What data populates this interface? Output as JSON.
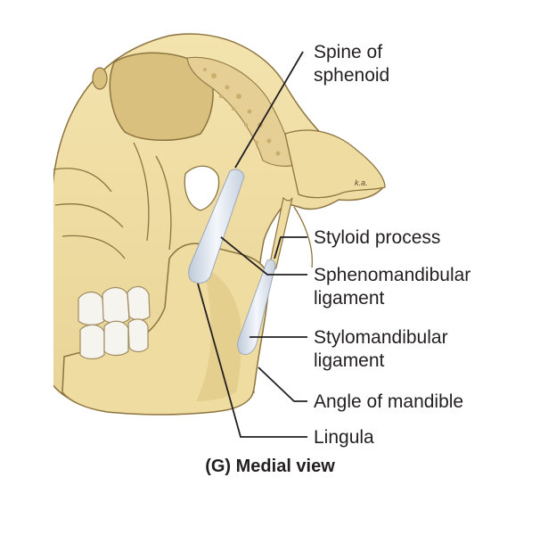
{
  "labels": {
    "spine_line1": "Spine of",
    "spine_line2": "sphenoid",
    "styloid": "Styloid process",
    "spheno_line1": "Sphenomandibular",
    "spheno_line2": "ligament",
    "stylo_line1": "Stylomandibular",
    "stylo_line2": "ligament",
    "angle": "Angle of mandible",
    "lingula": "Lingula"
  },
  "caption": "(G) Medial view",
  "colors": {
    "bone": "#efdca0",
    "bone_shadow": "#cdb679",
    "bone_outline": "#8c7440",
    "cavity": "#d9c07e",
    "spongy_bone": "#e5cf95",
    "ligament": "#e8eef6",
    "tooth": "#f6f4ee",
    "leader_line": "#231f20"
  },
  "icons": {
    "skull": "skull-medial-view-illustration"
  }
}
